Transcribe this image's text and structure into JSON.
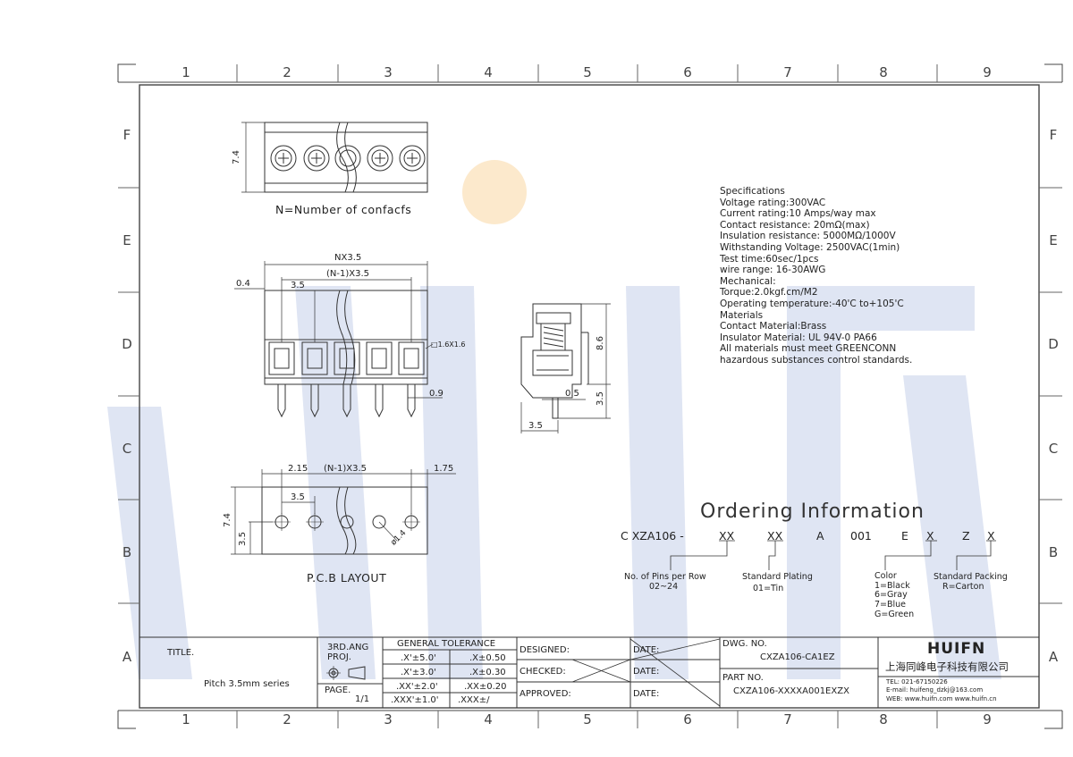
{
  "zones": {
    "columns": [
      "1",
      "2",
      "3",
      "4",
      "5",
      "6",
      "7",
      "8",
      "9"
    ],
    "rows": [
      "F",
      "E",
      "D",
      "C",
      "B",
      "A"
    ]
  },
  "drawings": {
    "top_view_dimension": "7.4",
    "top_view_caption": "N=Number of confacfs",
    "front_dims": {
      "overall": "NX3.5",
      "pitch_span": "(N-1)X3.5",
      "offset": "0.4",
      "pitch": "3.5",
      "pin_square": "1.6X1.6",
      "pin_width": "0.9"
    },
    "side_dims": {
      "height": "8.6",
      "pin_length": "3.5",
      "pin_offset": "0.5",
      "depth": "3.5"
    },
    "pcb_dims": {
      "left_edge": "2.15",
      "span": "(N-1)X3.5",
      "right_edge": "1.75",
      "pitch": "3.5",
      "height": "7.4",
      "row_offset": "3.5",
      "hole": "ø1.4"
    },
    "pcb_caption": "P.C.B LAYOUT"
  },
  "specifications": [
    "Specifications",
    "Voltage rating:300VAC",
    "Current rating:10 Amps/way max",
    "Contact resistance: 20mΩ(max)",
    "Insulation resistance: 5000MΩ/1000V",
    "Withstanding Voltage: 2500VAC(1min)",
    "Test time:60sec/1pcs",
    "wire range: 16-30AWG",
    "Mechanical:",
    "Torque:2.0kgf.cm/M2",
    "Operating temperature:-40'C to+105'C",
    "Materials",
    "Contact Material:Brass",
    "Insulator Material: UL 94V-0 PA66",
    "All materials must meet GREENCONN",
    "hazardous substances control standards."
  ],
  "ordering": {
    "title": "Ordering Information",
    "code_parts": [
      "C XZA106 -",
      "XX",
      "XX",
      "A",
      "001",
      "E",
      "X",
      "Z",
      "X"
    ],
    "pins_label": "No. of Pins per Row",
    "pins_range": "02~24",
    "plating_label": "Standard Plating",
    "plating_value": "01=Tin",
    "color_label": "Color",
    "color_options": [
      "1=Black",
      "6=Gray",
      "7=Blue",
      "G=Green"
    ],
    "packing_label": "Standard Packing",
    "packing_value": "R=Carton"
  },
  "title_block": {
    "title_label": "TITLE.",
    "title_value": "Pitch 3.5mm series",
    "proj_label_1": "3RD.ANG",
    "proj_label_2": "PROJ.",
    "page_label": "PAGE.",
    "page_value": "1/1",
    "tolerance_header": "GENERAL TOLERANCE",
    "tolerances": [
      [
        ".X'±5.0'",
        ".X±0.50"
      ],
      [
        ".X'±3.0'",
        ".X±0.30"
      ],
      [
        ".XX'±2.0'",
        ".XX±0.20"
      ],
      [
        ".XXX'±1.0'",
        ".XXX±/"
      ]
    ],
    "designed": "DESIGNED:",
    "checked": "CHECKED:",
    "approved": "APPROVED:",
    "date": "DATE:",
    "dwg_label": "DWG. NO.",
    "dwg_value": "CXZA106-CA1EZ",
    "part_label": "PART NO.",
    "part_value": "CXZA106-XXXXA001EXZX",
    "company_logo": "HUIFN",
    "company_name": "上海同峰电子科技有限公司",
    "tel": "TEL: 021-67150226",
    "email": "E-mail: huifeng_dzkj@163.com",
    "web": "WEB: www.huifn.com  www.huifn.cn"
  },
  "colors": {
    "line": "#555555",
    "watermark_blue": "#dce3f2",
    "watermark_orange": "#fbe6c8"
  }
}
